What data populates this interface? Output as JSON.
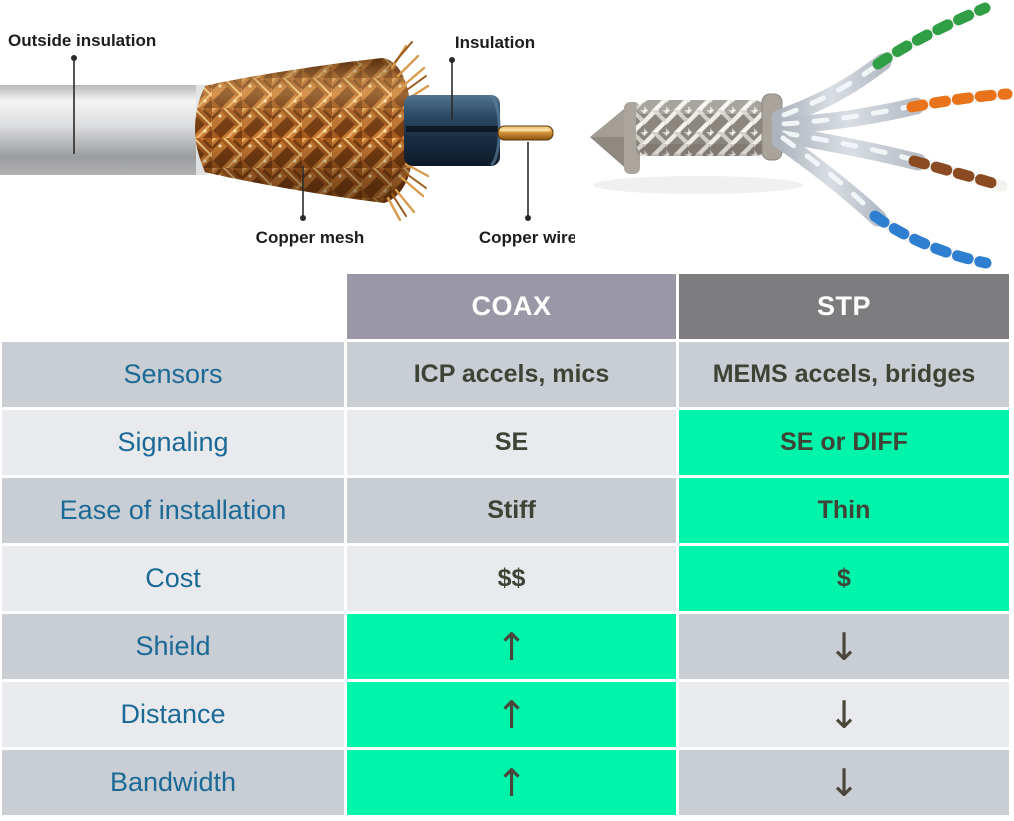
{
  "coax_diagram": {
    "labels": {
      "outside_insulation": "Outside insulation",
      "insulation": "Insulation",
      "copper_mesh": "Copper mesh",
      "copper_wire": "Copper wire"
    }
  },
  "stp_diagram": {
    "description": "shielded twisted pair cable with braided shield",
    "wire_pairs": [
      "green-white",
      "orange-white",
      "brown-white",
      "blue-white"
    ]
  },
  "table": {
    "header": {
      "coax": "COAX",
      "stp": "STP"
    },
    "rows": [
      {
        "label": "Sensors",
        "coax": "ICP accels, mics",
        "stp": "MEMS accels, bridges",
        "coax_highlight": false,
        "stp_highlight": false
      },
      {
        "label": "Signaling",
        "coax": "SE",
        "stp": "SE or DIFF",
        "coax_highlight": false,
        "stp_highlight": true
      },
      {
        "label": "Ease of installation",
        "coax": "Stiff",
        "stp": "Thin",
        "coax_highlight": false,
        "stp_highlight": true
      },
      {
        "label": "Cost",
        "coax": "$$",
        "stp": "$",
        "coax_highlight": false,
        "stp_highlight": true
      },
      {
        "label": "Shield",
        "coax": "↑",
        "stp": "↓",
        "coax_highlight": true,
        "stp_highlight": false
      },
      {
        "label": "Distance",
        "coax": "↑",
        "stp": "↓",
        "coax_highlight": true,
        "stp_highlight": false
      },
      {
        "label": "Bandwidth",
        "coax": "↑",
        "stp": "↓",
        "coax_highlight": true,
        "stp_highlight": false
      }
    ],
    "colors": {
      "highlight_green": "#00F5AA",
      "coax_header_bg": "#9A98A7",
      "stp_header_bg": "#7D7C7F",
      "row_dark_bg": "#C9CDD4",
      "row_light_bg": "#E9EAEE",
      "label_text": "#1B6A96",
      "value_text": "#3F4336"
    }
  }
}
